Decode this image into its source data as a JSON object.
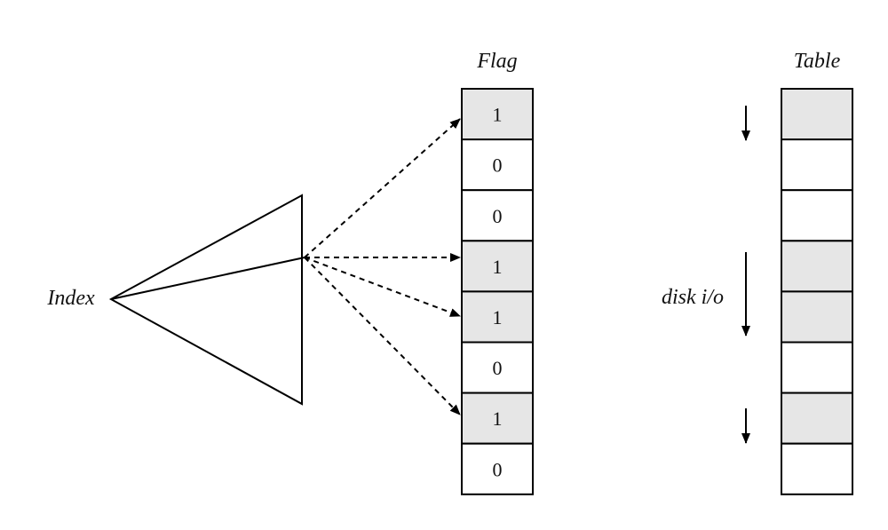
{
  "labels": {
    "index": "Index",
    "flag": "Flag",
    "table": "Table",
    "disk_io": "disk i/o"
  },
  "colors": {
    "shaded": "#e6e6e6",
    "empty": "#ffffff",
    "stroke": "#000000"
  },
  "flag_cells": [
    "1",
    "0",
    "0",
    "1",
    "1",
    "0",
    "1",
    "0"
  ]
}
